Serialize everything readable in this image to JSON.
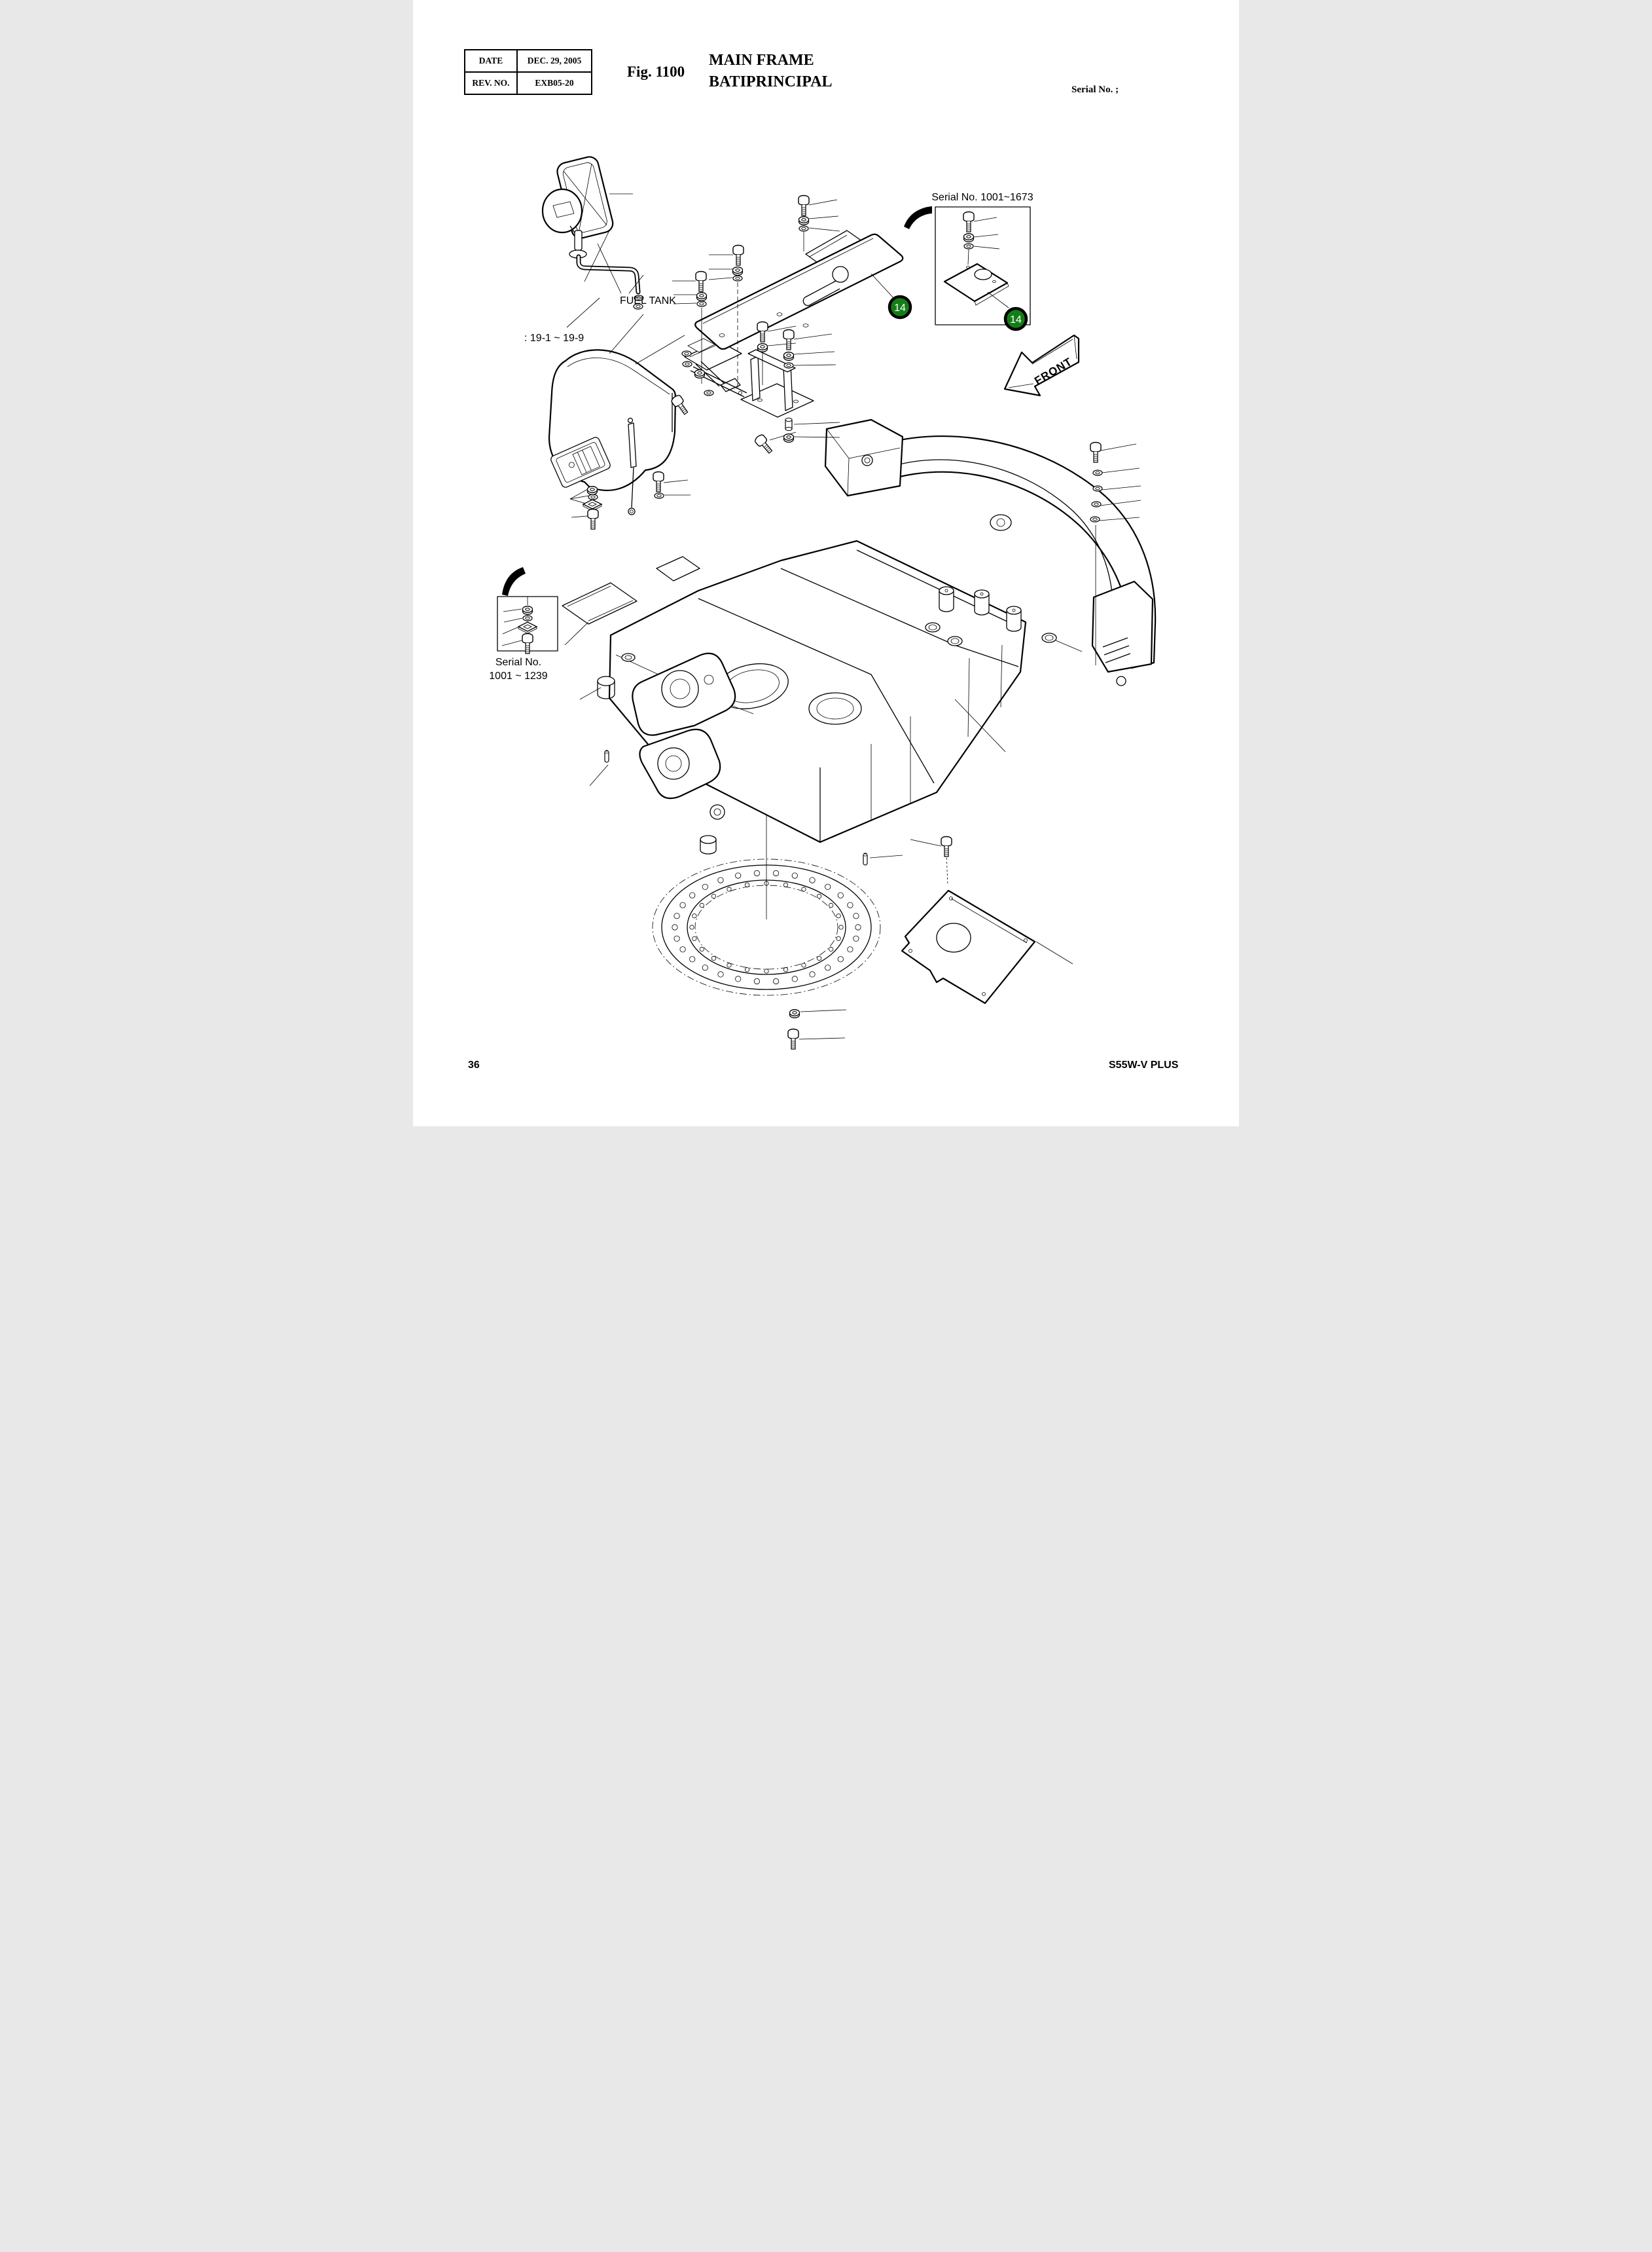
{
  "header": {
    "info_table": {
      "rows": [
        {
          "label": "DATE",
          "value": "DEC. 29, 2005"
        },
        {
          "label": "REV. NO.",
          "value": "EXB05-20"
        }
      ]
    },
    "figure_no": "Fig. 1100",
    "title_line1": "MAIN FRAME",
    "title_line2": "BATIPRINCIPAL",
    "serial_no_label": "Serial No. ;"
  },
  "diagram": {
    "callouts": {
      "serial_range_top": "Serial No. 1001~1673",
      "fuel_tank": "FUEL TANK",
      "ref_range": ": 19-1 ~ 19-9",
      "serial_left_line1": "Serial No.",
      "serial_left_line2": "1001 ~ 1239",
      "front": "FRONT",
      "badge1": "14",
      "badge2": "14"
    },
    "colors": {
      "badge_green": "#157d17",
      "line": "#000000",
      "paper": "#ffffff"
    }
  },
  "footer": {
    "page_number": "36",
    "model": "S55W-V PLUS"
  }
}
